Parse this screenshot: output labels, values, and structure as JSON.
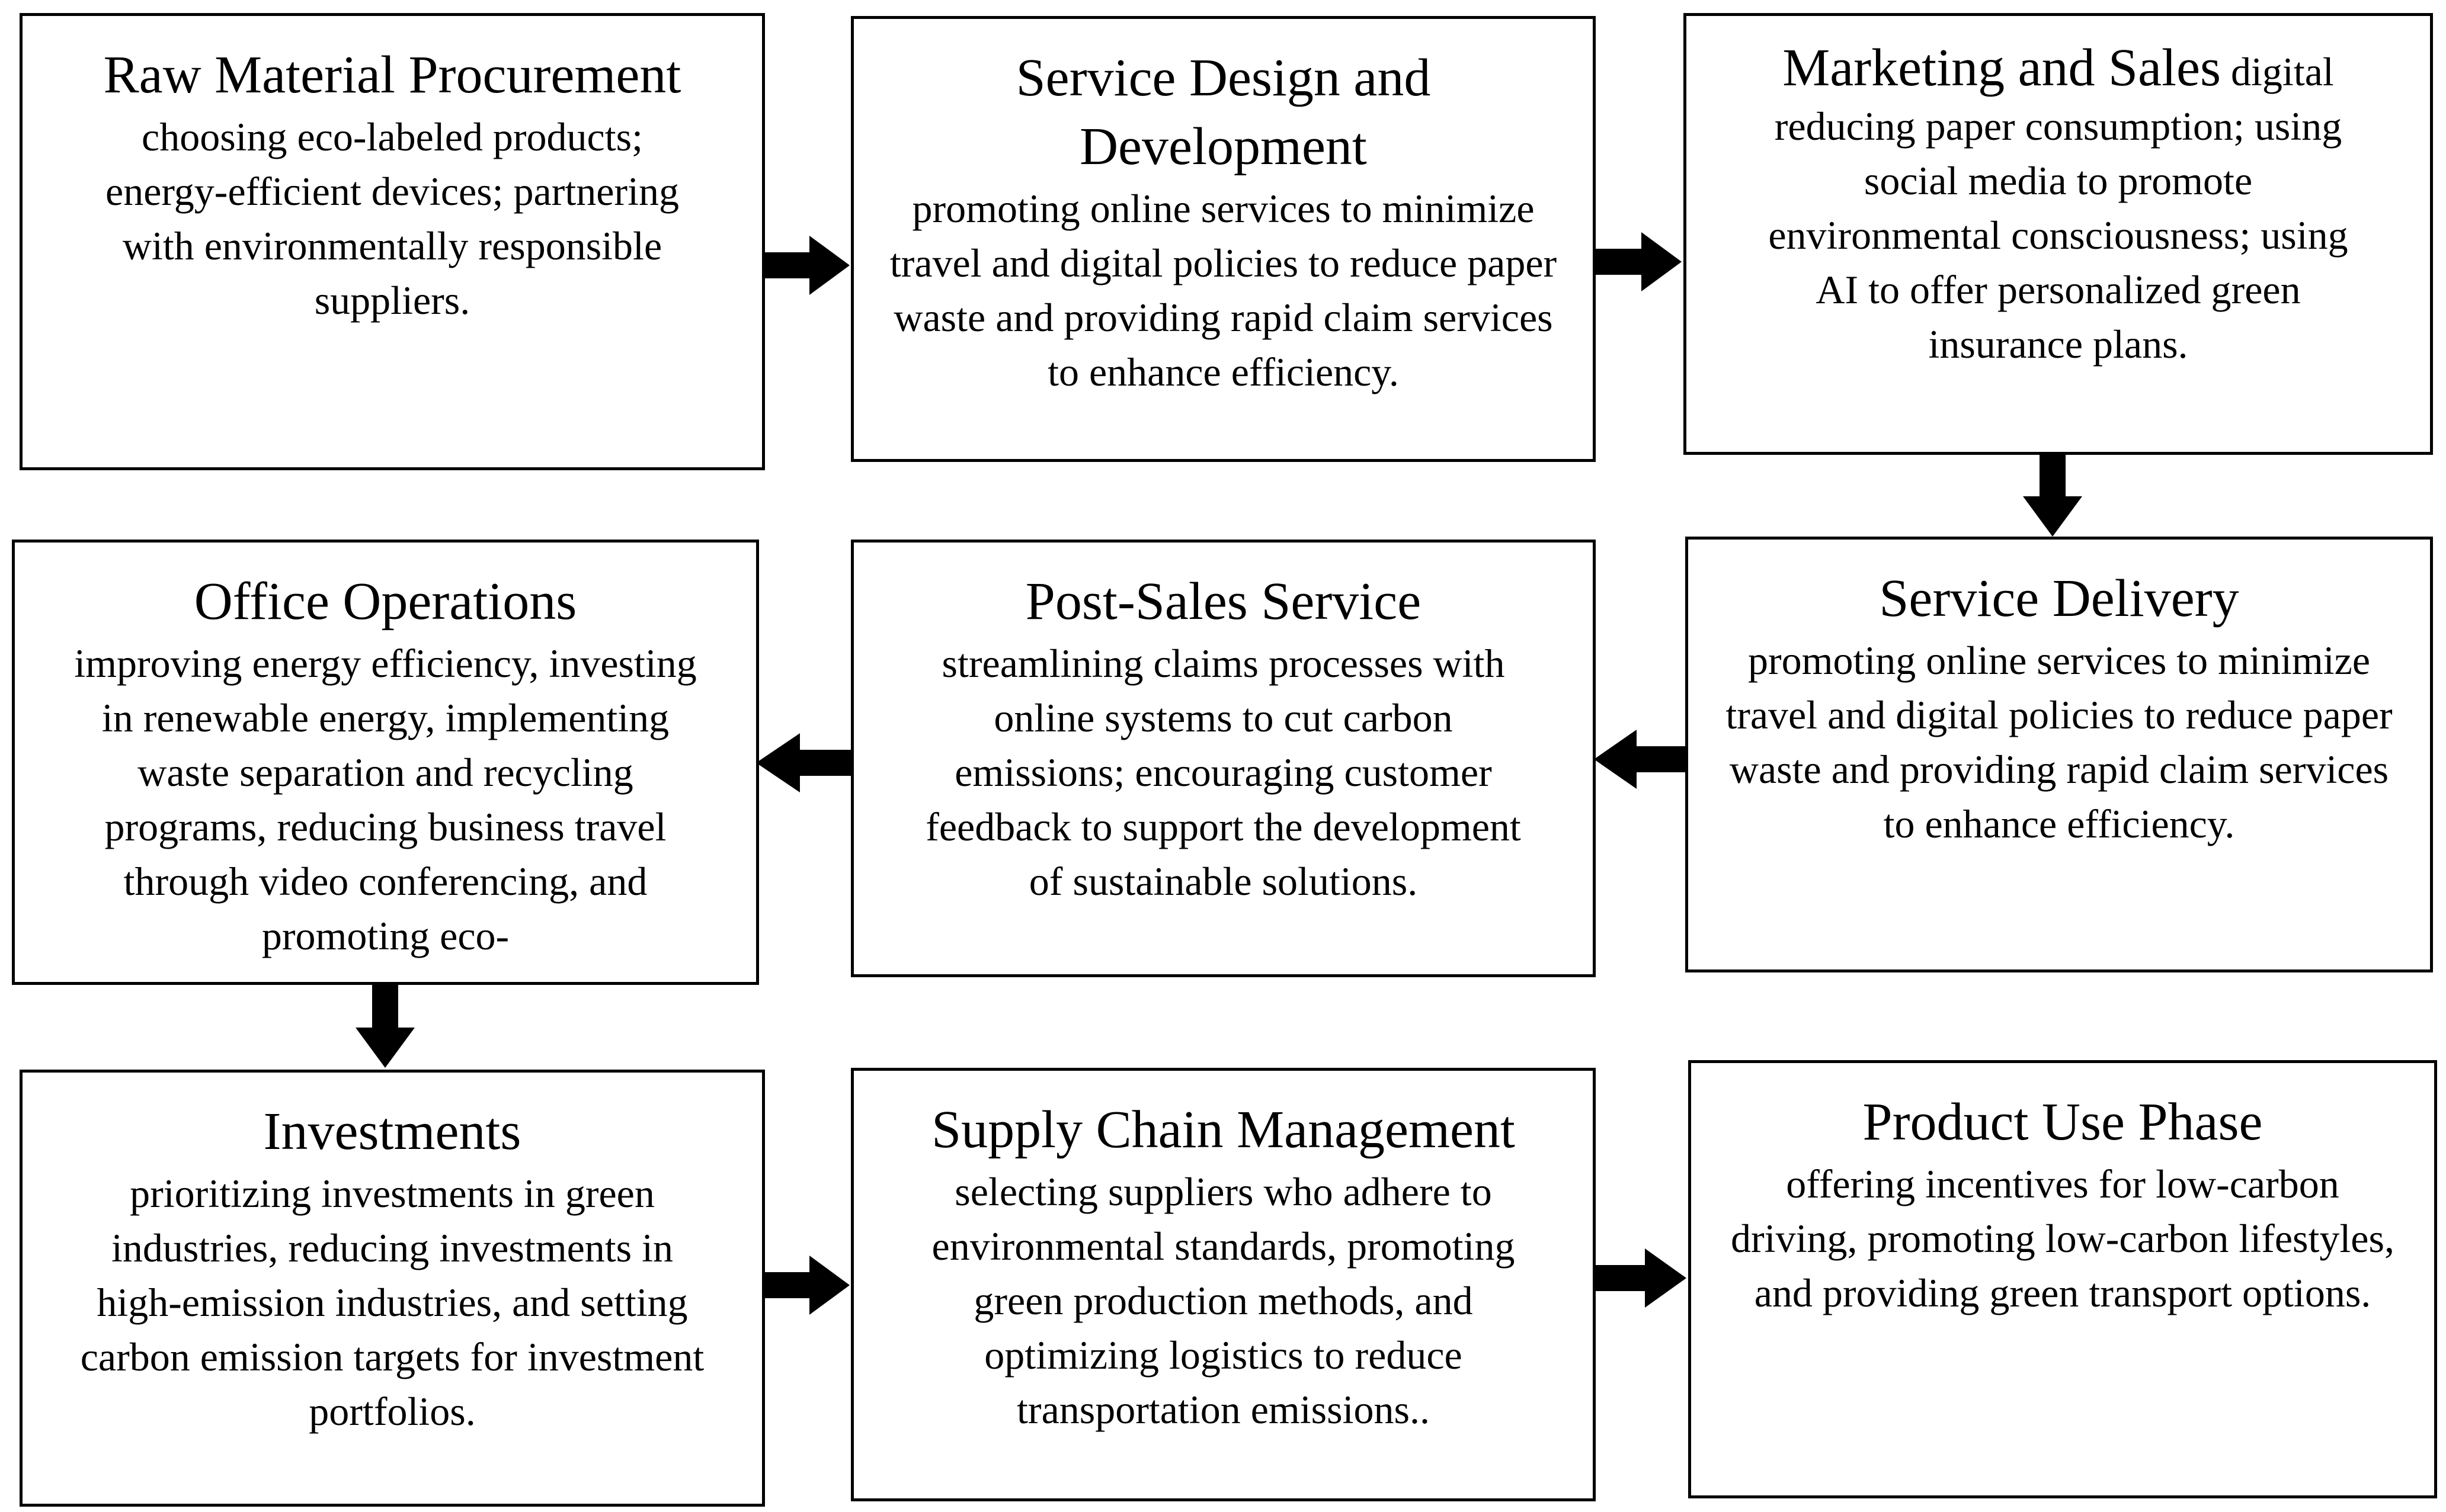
{
  "boxes": {
    "raw_material": {
      "title": "Raw Material Procurement",
      "body": "choosing eco-labeled products; energy-efficient devices; partnering with environmentally responsible suppliers."
    },
    "service_design": {
      "title": "Service Design and Development",
      "body": "promoting online services to minimize travel and digital policies to reduce paper waste and providing rapid claim services to enhance efficiency."
    },
    "marketing": {
      "title": "Marketing and Sales",
      "body": "digital reducing paper consumption; using social media to promote environmental consciousness; using AI to offer personalized green insurance plans."
    },
    "office_operations": {
      "title": "Office Operations",
      "body": "improving energy efficiency, investing in renewable energy, implementing waste separation and recycling programs, reducing business travel through video conferencing, and promoting eco-"
    },
    "post_sales": {
      "title": "Post-Sales Service",
      "body": "streamlining claims processes with online systems to cut carbon emissions; encouraging customer feedback to support the development of sustainable solutions."
    },
    "service_delivery": {
      "title": "Service Delivery",
      "body": "promoting online services to minimize travel and digital policies to reduce paper waste and providing rapid claim services to enhance efficiency."
    },
    "investments": {
      "title": "Investments",
      "body": "prioritizing investments in green industries, reducing investments in high-emission industries, and setting carbon emission targets for investment portfolios."
    },
    "supply_chain": {
      "title": "Supply Chain Management",
      "body": "selecting suppliers who adhere to environmental standards, promoting green production methods, and optimizing logistics to reduce transportation emissions.."
    },
    "product_use": {
      "title": "Product Use Phase",
      "body": "offering incentives for low-carbon driving, promoting low-carbon lifestyles, and providing green transport options."
    }
  },
  "arrows": [
    {
      "from": "raw_material",
      "to": "service_design",
      "direction": "right"
    },
    {
      "from": "service_design",
      "to": "marketing",
      "direction": "right"
    },
    {
      "from": "marketing",
      "to": "service_delivery",
      "direction": "down"
    },
    {
      "from": "service_delivery",
      "to": "post_sales",
      "direction": "left"
    },
    {
      "from": "post_sales",
      "to": "office_operations",
      "direction": "left"
    },
    {
      "from": "office_operations",
      "to": "investments",
      "direction": "down"
    },
    {
      "from": "investments",
      "to": "supply_chain",
      "direction": "right"
    },
    {
      "from": "supply_chain",
      "to": "product_use",
      "direction": "right"
    }
  ],
  "colors": {
    "border": "#000000",
    "background": "#ffffff",
    "text": "#000000"
  }
}
